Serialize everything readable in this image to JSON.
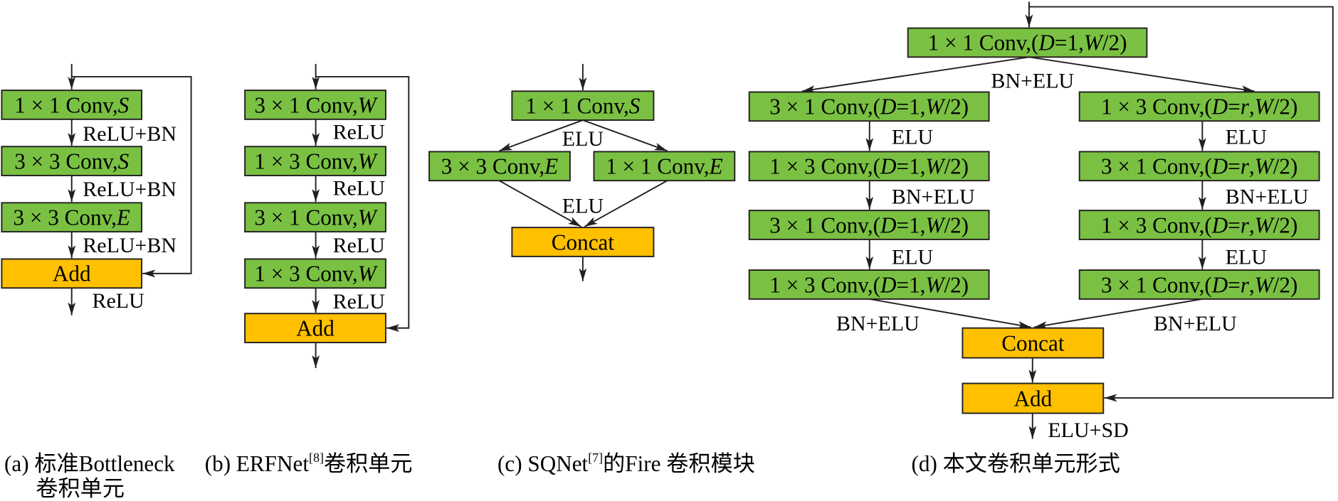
{
  "panel_a": {
    "boxes": [
      [
        "1 × 1 Conv,",
        "S"
      ],
      [
        "3 × 3 Conv,",
        "S"
      ],
      [
        "3 × 3 Conv,",
        "E"
      ],
      [
        "Add"
      ]
    ],
    "labels": [
      "ReLU+BN",
      "ReLU+BN",
      "ReLU+BN",
      "ReLU"
    ],
    "caption": {
      "lines": [
        "(a) 标准Bottleneck",
        "卷积单元"
      ]
    }
  },
  "panel_b": {
    "boxes": [
      [
        "3 × 1 Conv,",
        "W"
      ],
      [
        "1 × 3 Conv,",
        "W"
      ],
      [
        "3 × 1 Conv,",
        "W"
      ],
      [
        "1 × 3 Conv,",
        "W"
      ],
      [
        "Add"
      ]
    ],
    "labels": [
      "ReLU",
      "ReLU",
      "ReLU",
      "ReLU"
    ],
    "caption": {
      "text": "(b) ERFNet",
      "ref": "[8]",
      "tail": "卷积单元"
    }
  },
  "panel_c": {
    "boxes": [
      [
        "1 × 1 Conv,",
        "S"
      ],
      [
        "3 × 3 Conv,",
        "E"
      ],
      [
        "1 × 1 Conv,",
        "E"
      ],
      [
        "Concat"
      ]
    ],
    "labels": [
      "ELU",
      "ELU"
    ],
    "caption": {
      "text": "(c) SQNet",
      "ref": "[7]",
      "tail": "的Fire 卷积模块"
    }
  },
  "panel_d": {
    "boxes": [
      [
        "1 × 1 Conv,(",
        "D",
        "=1,",
        "W",
        "/2)"
      ],
      [
        "3 × 1 Conv,(",
        "D",
        "=1,",
        "W",
        "/2)"
      ],
      [
        "1 × 3 Conv,(",
        "D",
        "=1,",
        "W",
        "/2)"
      ],
      [
        "3 × 1 Conv,(",
        "D",
        "=1,",
        "W",
        "/2)"
      ],
      [
        "1 × 3 Conv,(",
        "D",
        "=1,",
        "W",
        "/2)"
      ],
      [
        "1 × 3 Conv,(",
        "D",
        "=",
        "r",
        ",",
        "W",
        "/2)"
      ],
      [
        "3 × 1 Conv,(",
        "D",
        "=",
        "r",
        ",",
        "W",
        "/2)"
      ],
      [
        "1 × 3 Conv,(",
        "D",
        "=",
        "r",
        ",",
        "W",
        "/2)"
      ],
      [
        "3 × 1 Conv,(",
        "D",
        "=",
        "r",
        ",",
        "W",
        "/2)"
      ],
      [
        "Concat"
      ],
      [
        "Add"
      ]
    ],
    "labels": [
      "BN+ELU",
      "ELU",
      "BN+ELU",
      "ELU",
      "ELU",
      "BN+ELU",
      "ELU",
      "BN+ELU",
      "BN+ELU",
      "ELU+SD"
    ],
    "caption": {
      "text": "(d) 本文卷积单元形式"
    }
  },
  "colors": {
    "conv_block": "#7ac143",
    "merge_block": "#ffc000",
    "line": "#231f20",
    "text": "#000000"
  }
}
